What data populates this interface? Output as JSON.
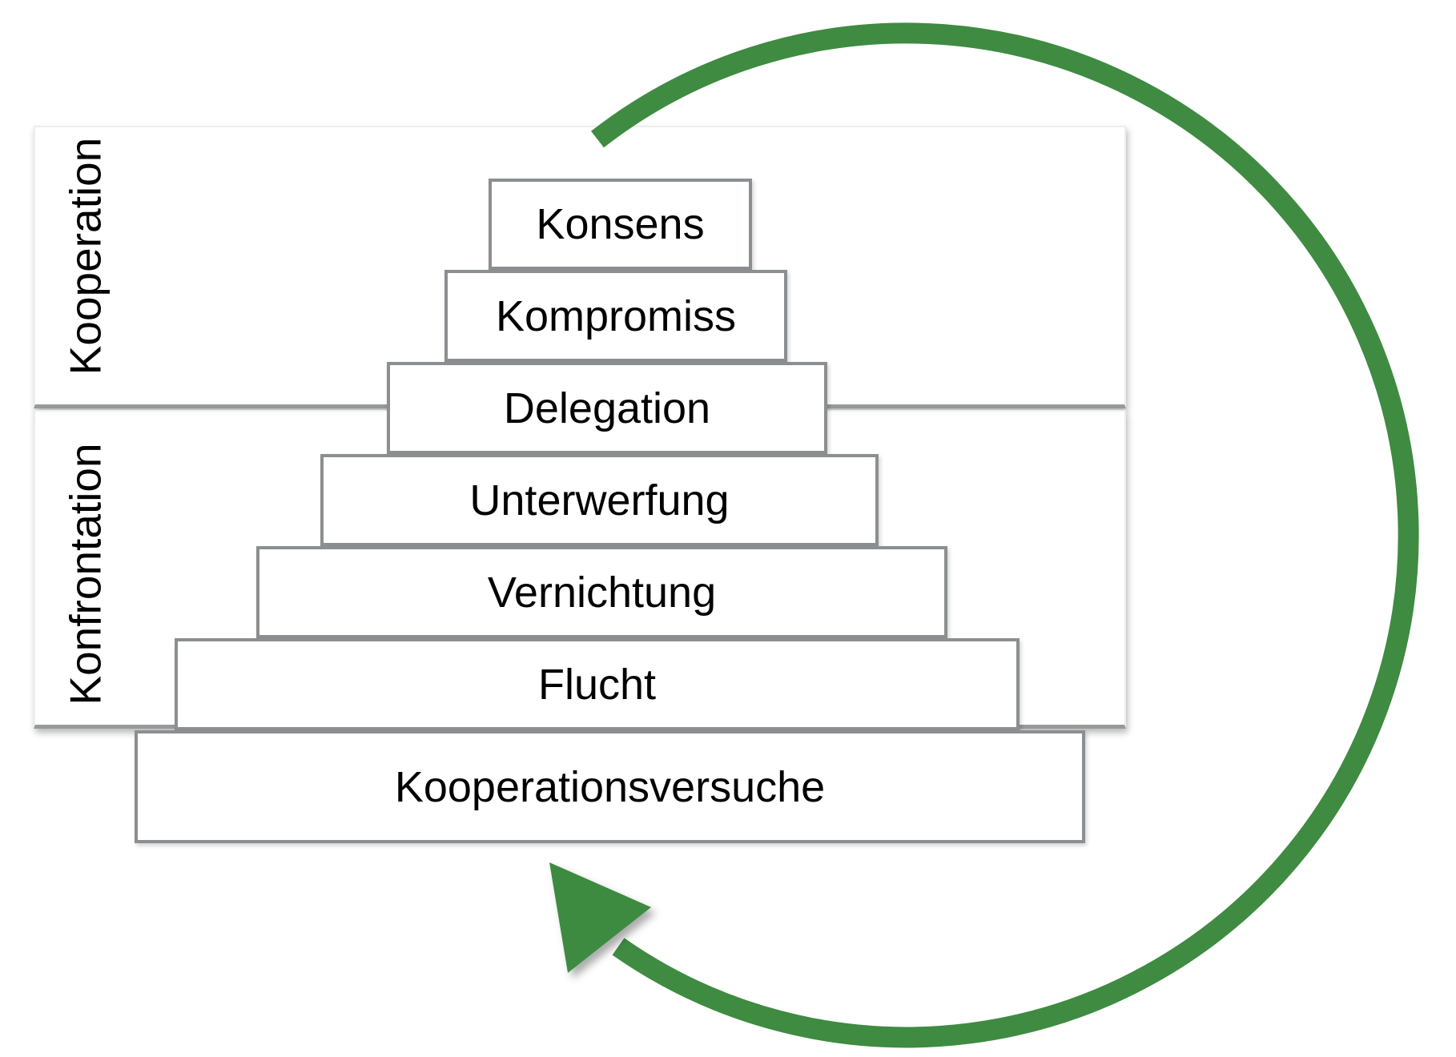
{
  "colors": {
    "arrow_green": "#3e8b41",
    "box_border_gray": "#8c8f91",
    "band_divider_gray": "#97999b"
  },
  "bands": {
    "top": {
      "label": "Kooperation"
    },
    "bottom": {
      "label": "Konfrontation"
    }
  },
  "pyramid": {
    "levels": [
      {
        "label": "Konsens"
      },
      {
        "label": "Kompromiss"
      },
      {
        "label": "Delegation"
      },
      {
        "label": "Unterwerfung"
      },
      {
        "label": "Vernichtung"
      },
      {
        "label": "Flucht"
      },
      {
        "label": "Kooperationsversuche"
      }
    ]
  },
  "arrow": {
    "direction": "clockwise"
  }
}
